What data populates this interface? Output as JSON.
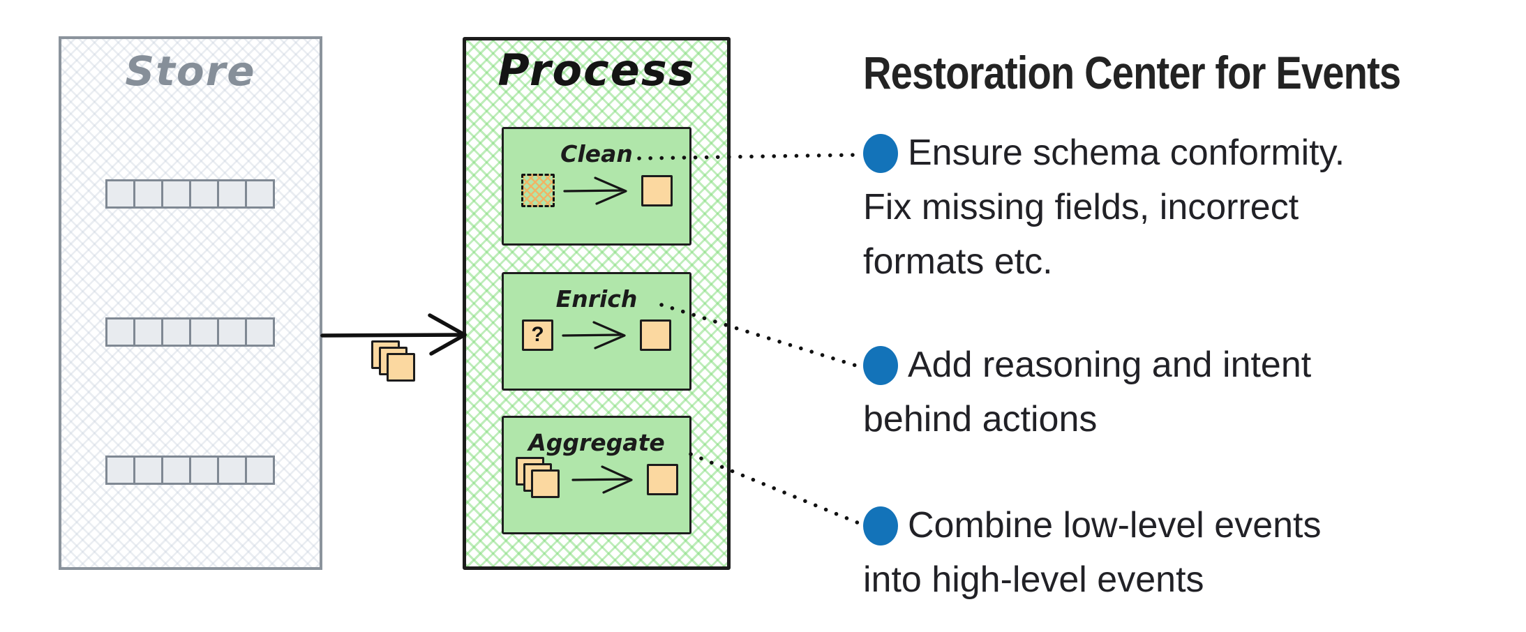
{
  "diagram": {
    "store": {
      "title": "Store",
      "row_count": 3,
      "cells_per_row": 6
    },
    "process": {
      "title": "Process",
      "steps": [
        {
          "label": "Clean",
          "icon": "dirty-card-to-clean-card"
        },
        {
          "label": "Enrich",
          "icon": "question-card-to-filled-card",
          "question_mark": "?"
        },
        {
          "label": "Aggregate",
          "icon": "card-stack-to-single-card"
        }
      ]
    },
    "flow_icon": "card-stack",
    "connector_style": "dotted"
  },
  "panel": {
    "title": "Restoration Center for Events",
    "bullets": [
      {
        "lines": [
          "Ensure schema conformity.",
          "Fix missing fields, incorrect",
          "formats etc."
        ]
      },
      {
        "lines": [
          "Add reasoning and intent",
          "behind actions"
        ]
      },
      {
        "lines": [
          "Combine low-level events",
          "into high-level events"
        ]
      }
    ]
  },
  "colors": {
    "bullet_dot": "#1373b9",
    "process_border": "#1c1c1c",
    "process_hatch_green": "#7ddb76",
    "subbox_fill": "#b0e6aa",
    "card_orange": "#fbd8a0",
    "store_border": "#8b939c",
    "store_title_gray": "#868f99",
    "ink": "#1d1d1f"
  }
}
